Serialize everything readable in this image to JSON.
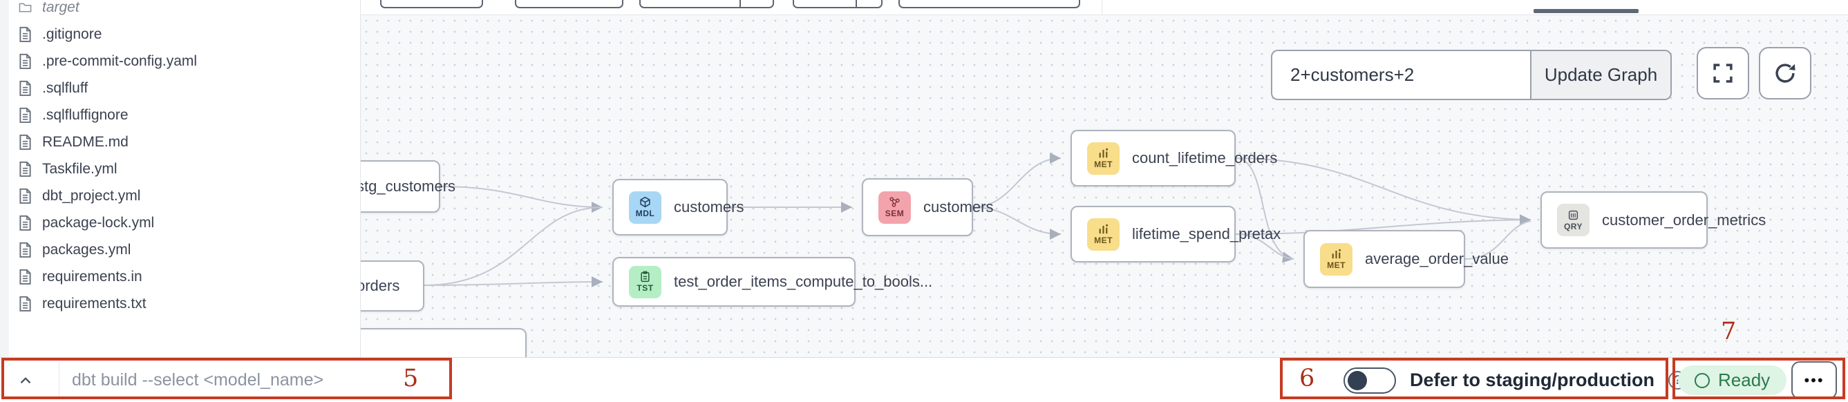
{
  "file_panel": {
    "items": [
      {
        "label": "target",
        "type": "folder"
      },
      {
        "label": ".gitignore",
        "type": "file"
      },
      {
        "label": ".pre-commit-config.yaml",
        "type": "file"
      },
      {
        "label": ".sqlfluff",
        "type": "file"
      },
      {
        "label": ".sqlfluffignore",
        "type": "file"
      },
      {
        "label": "README.md",
        "type": "file"
      },
      {
        "label": "Taskfile.yml",
        "type": "file"
      },
      {
        "label": "dbt_project.yml",
        "type": "file"
      },
      {
        "label": "package-lock.yml",
        "type": "file"
      },
      {
        "label": "packages.yml",
        "type": "file"
      },
      {
        "label": "requirements.in",
        "type": "file"
      },
      {
        "label": "requirements.txt",
        "type": "file"
      }
    ]
  },
  "graph": {
    "selector_value": "2+customers+2",
    "update_button": "Update Graph",
    "nodes": [
      {
        "label": "stg_customers",
        "badge": ""
      },
      {
        "label": "orders",
        "badge": ""
      },
      {
        "label": "customers",
        "badge": "MDL"
      },
      {
        "label": "test_order_items_compute_to_bools...",
        "badge": "TST"
      },
      {
        "label": "customers",
        "badge": "SEM"
      },
      {
        "label": "count_lifetime_orders",
        "badge": "MET"
      },
      {
        "label": "lifetime_spend_pretax",
        "badge": "MET"
      },
      {
        "label": "average_order_value",
        "badge": "MET"
      },
      {
        "label": "customer_order_metrics",
        "badge": "QRY"
      }
    ]
  },
  "bottom_bar": {
    "command_placeholder": "dbt build --select <model_name>",
    "defer_label": "Defer to staging/production",
    "help_glyph": "?",
    "status_label": "Ready",
    "ellipsis_glyph": "•••"
  },
  "annotations": {
    "box5": "5",
    "box6": "6",
    "box7": "7"
  },
  "colors": {
    "annotation_red": "#c63b22",
    "badge_mdl": "#a7d7f4",
    "badge_sem": "#f2a3ac",
    "badge_met": "#f8dd8a",
    "badge_qry": "#e4e4e1",
    "badge_tst": "#b5eec5",
    "ready_bg": "#def4e5",
    "ready_fg": "#2c7a4c",
    "canvas_bg": "#f7f8fa"
  }
}
